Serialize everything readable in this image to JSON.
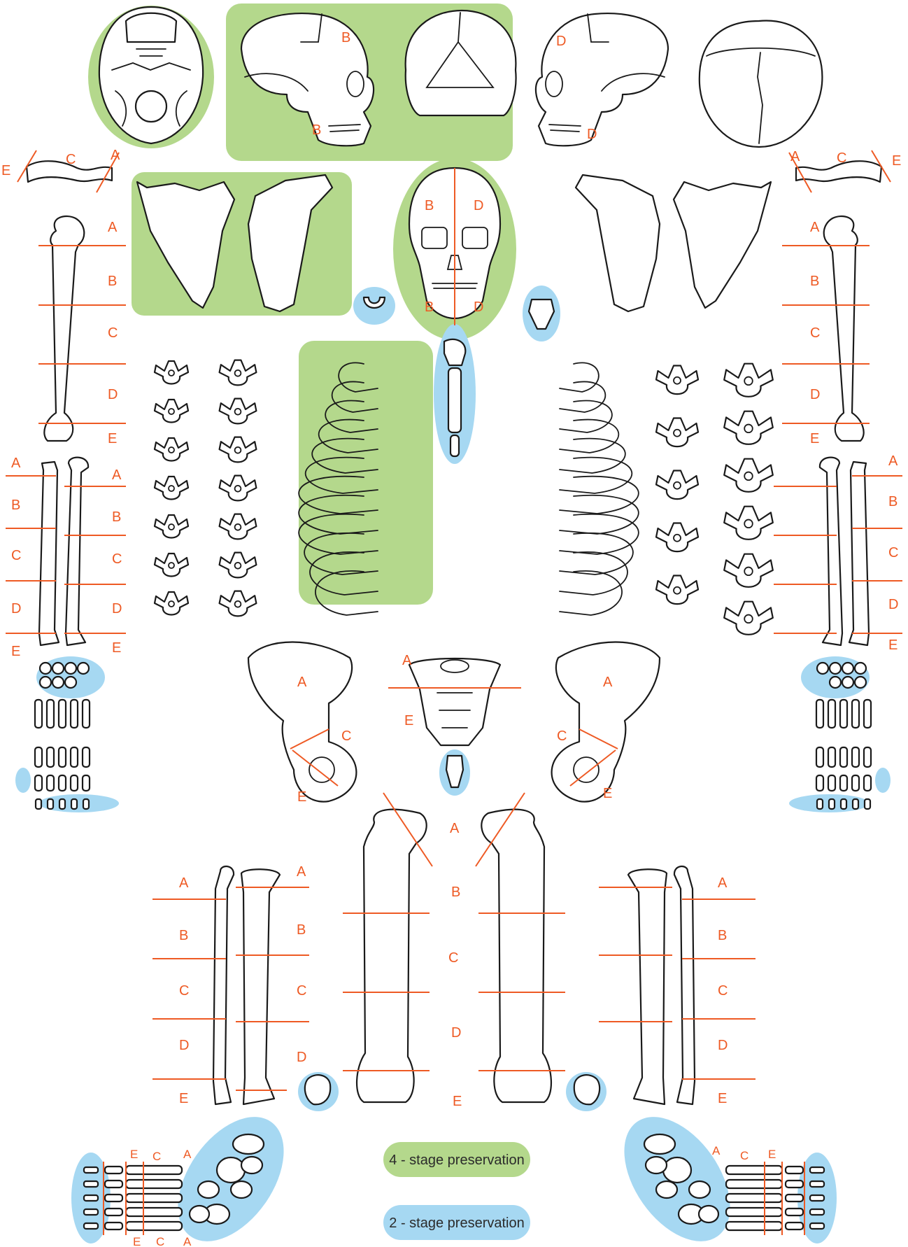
{
  "figure": {
    "title": "",
    "colors": {
      "four_stage": "#b4d88c",
      "two_stage": "#a6d8f2",
      "zone_marker": "#ee5a24",
      "outline": "#1a1a1a"
    }
  },
  "legend": {
    "four_stage": {
      "label": "4 - stage preservation",
      "color": "#b4d88c"
    },
    "two_stage": {
      "label": "2 - stage preservation",
      "color": "#a6d8f2"
    }
  },
  "zone_letters": [
    "A",
    "B",
    "C",
    "D",
    "E"
  ]
}
